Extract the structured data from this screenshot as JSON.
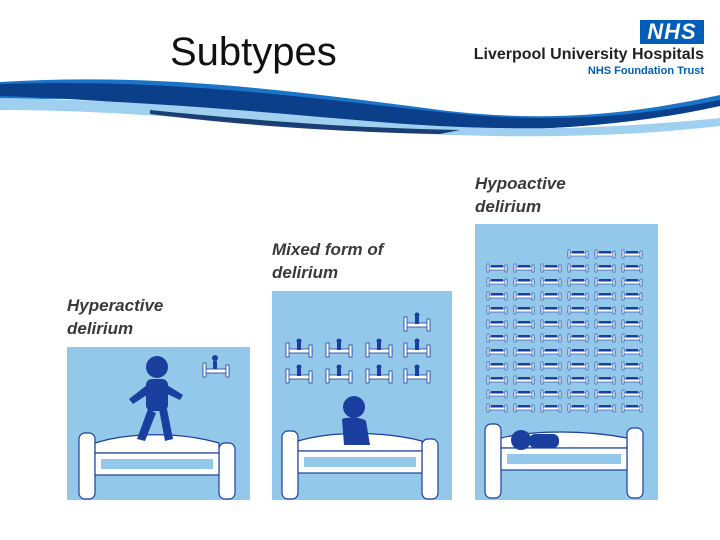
{
  "slide": {
    "title": "Subtypes"
  },
  "logo": {
    "badge": "NHS",
    "organisation": "Liverpool University Hospitals",
    "trust": "NHS Foundation Trust"
  },
  "panels": [
    {
      "label_line1": "Hyperactive",
      "label_line2": "delirium"
    },
    {
      "label_line1": "Mixed form of",
      "label_line2": "delirium"
    },
    {
      "label_line1": "Hypoactive",
      "label_line2": "delirium"
    }
  ],
  "colors": {
    "panel_bg": "#93c8ea",
    "figure": "#1b3f9e",
    "bed": "#ffffff",
    "nhs_blue": "#005eb8"
  }
}
